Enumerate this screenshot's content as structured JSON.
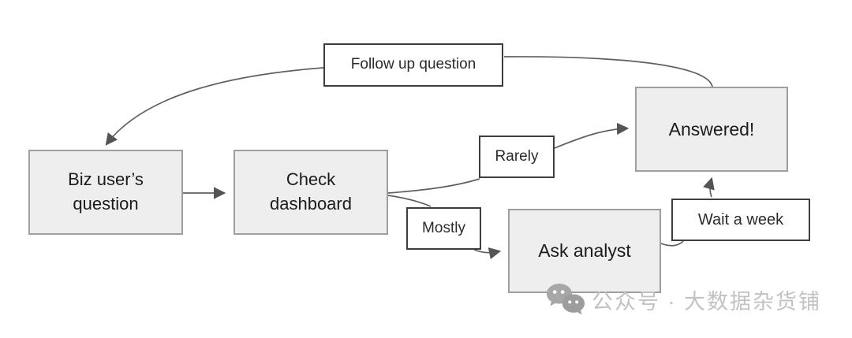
{
  "diagram": {
    "nodes": {
      "biz_question": {
        "label": "Biz user’s question",
        "type": "process"
      },
      "check_dashboard": {
        "label": "Check dashboard",
        "type": "process"
      },
      "answered": {
        "label": "Answered!",
        "type": "process"
      },
      "ask_analyst": {
        "label": "Ask analyst",
        "type": "process"
      },
      "follow_up": {
        "label": "Follow up question",
        "type": "label"
      },
      "rarely": {
        "label": "Rarely",
        "type": "label"
      },
      "mostly": {
        "label": "Mostly",
        "type": "label"
      },
      "wait_week": {
        "label": "Wait a week",
        "type": "label"
      }
    },
    "edges": [
      {
        "from": "biz_question",
        "to": "check_dashboard",
        "arrow": true
      },
      {
        "from": "check_dashboard",
        "to": "rarely",
        "arrow": false
      },
      {
        "from": "rarely",
        "to": "answered",
        "arrow": true
      },
      {
        "from": "check_dashboard",
        "to": "mostly",
        "arrow": false
      },
      {
        "from": "mostly",
        "to": "ask_analyst",
        "arrow": true
      },
      {
        "from": "ask_analyst",
        "to": "wait_week",
        "arrow": false
      },
      {
        "from": "wait_week",
        "to": "answered",
        "arrow": true
      },
      {
        "from": "answered",
        "to": "follow_up",
        "arrow": false
      },
      {
        "from": "follow_up",
        "to": "biz_question",
        "arrow": true
      }
    ],
    "colors": {
      "process_fill": "#eeeeee",
      "process_border": "#9e9e9e",
      "label_fill": "#ffffff",
      "label_border": "#3d3d3d",
      "connector": "#5f5f5f",
      "text": "#1b1b1b"
    }
  },
  "watermark": {
    "icon": "wechat-icon",
    "text": "公众号 · 大数据杂货铺",
    "color": "#c2c2c2"
  }
}
